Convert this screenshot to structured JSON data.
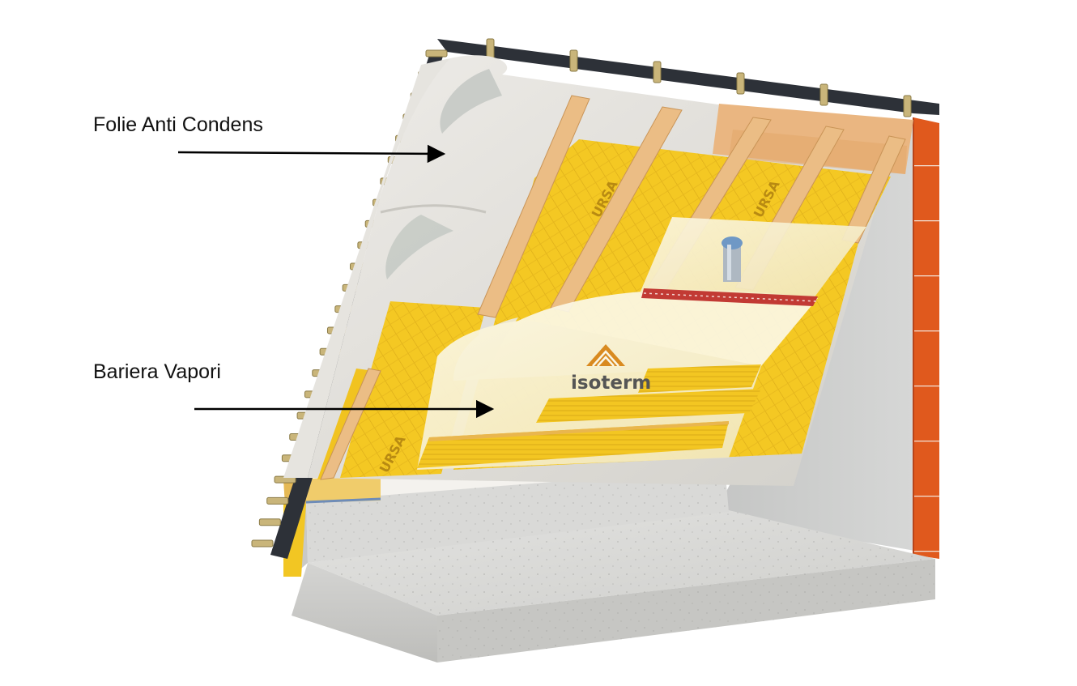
{
  "callouts": [
    {
      "label": "Folie Anti Condens"
    },
    {
      "label": "Bariera Vapori"
    }
  ],
  "brands": {
    "vapor_barrier_logo": "isoterm",
    "insulation_print": "URSA"
  },
  "colors": {
    "background": "#ffffff",
    "label_text": "#111111",
    "arrow": "#000000",
    "roof_tiles": "#2d3138",
    "battens": "#c9b57a",
    "anti_condensation_foil": "#dedcd6",
    "mineral_wool": "#f2c522",
    "timber": "#e9bf84",
    "vapor_barrier_film": "#f5efd0",
    "concrete": "#d6d6d4",
    "brick": "#e05a1e",
    "isoterm_logo": "#d98a20",
    "sealing_tape": "#c0302a"
  }
}
